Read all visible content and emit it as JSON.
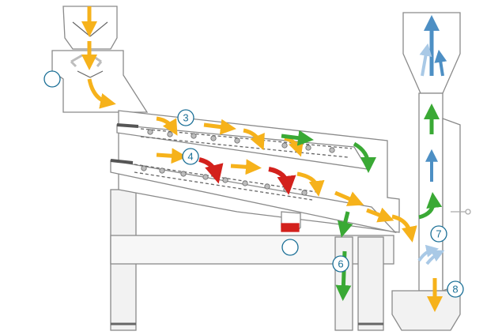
{
  "colors": {
    "machine_line": "#8a8a8a",
    "machine_fill": "#ffffff",
    "leg_fill": "#f2f2f2",
    "product_arrow": "#f6b21b",
    "reject_arrow": "#d3211c",
    "accept_arrow": "#3aa935",
    "air_arrow": "#4d8fc4",
    "air_arrow_light": "#a9c9e6",
    "marker_ring": "#1a6f96",
    "hopper_flap": "#bdbdbd"
  },
  "markers": [
    {
      "id": "marker-1",
      "label": ""
    },
    {
      "id": "marker-3",
      "label": "3"
    },
    {
      "id": "marker-4",
      "label": "4"
    },
    {
      "id": "marker-5",
      "label": ""
    },
    {
      "id": "marker-6",
      "label": "6"
    },
    {
      "id": "marker-7",
      "label": "7"
    },
    {
      "id": "marker-8",
      "label": "8"
    }
  ],
  "icons": {
    "product_flow": "yellow-flow-arrow-icon",
    "reject_flow": "red-flow-arrow-icon",
    "accepted_flow": "green-flow-arrow-icon",
    "air_flow": "blue-air-arrow-icon"
  }
}
